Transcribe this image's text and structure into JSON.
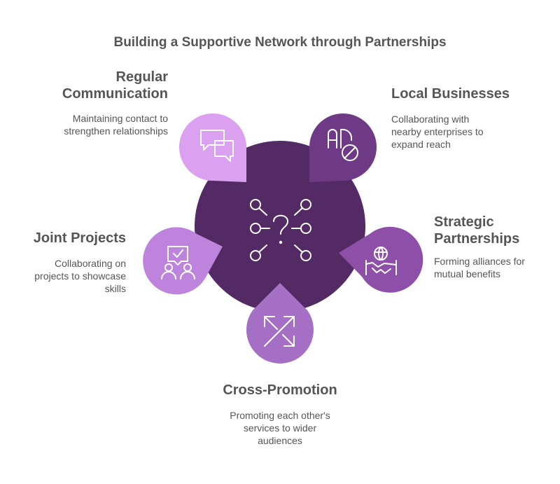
{
  "title": "Building a Supportive Network through Partnerships",
  "center": {
    "icon": "question-network-icon"
  },
  "items": [
    {
      "id": "regular-communication",
      "title_line1": "Regular",
      "title_line2": "Communication",
      "description_line1": "Maintaining contact to",
      "description_line2": "strengthen relationships",
      "icon": "chat-bubbles-icon",
      "color": "#DCA0F0"
    },
    {
      "id": "local-businesses",
      "title_line1": "Local Businesses",
      "description_line1": "Collaborating with",
      "description_line2": "nearby enterprises to",
      "description_line3": "expand reach",
      "icon": "ad-block-icon",
      "color": "#6E3A86"
    },
    {
      "id": "strategic-partnerships",
      "title_line1": "Strategic",
      "title_line2": "Partnerships",
      "description_line1": "Forming alliances for",
      "description_line2": "mutual benefits",
      "icon": "handshake-globe-icon",
      "color": "#8D4FA8"
    },
    {
      "id": "cross-promotion",
      "title_line1": "Cross-Promotion",
      "description_line1": "Promoting each other's",
      "description_line2": "services to wider",
      "description_line3": "audiences",
      "icon": "crossed-arrows-icon",
      "color": "#A66FC6"
    },
    {
      "id": "joint-projects",
      "title_line1": "Joint Projects",
      "description_line1": "Collaborating on",
      "description_line2": "projects to showcase",
      "description_line3": "skills",
      "icon": "team-approval-icon",
      "color": "#BE84DD"
    }
  ],
  "colors": {
    "center_circle": "#532A64",
    "text": "#555555",
    "icon_stroke": "#FFFFFF"
  }
}
